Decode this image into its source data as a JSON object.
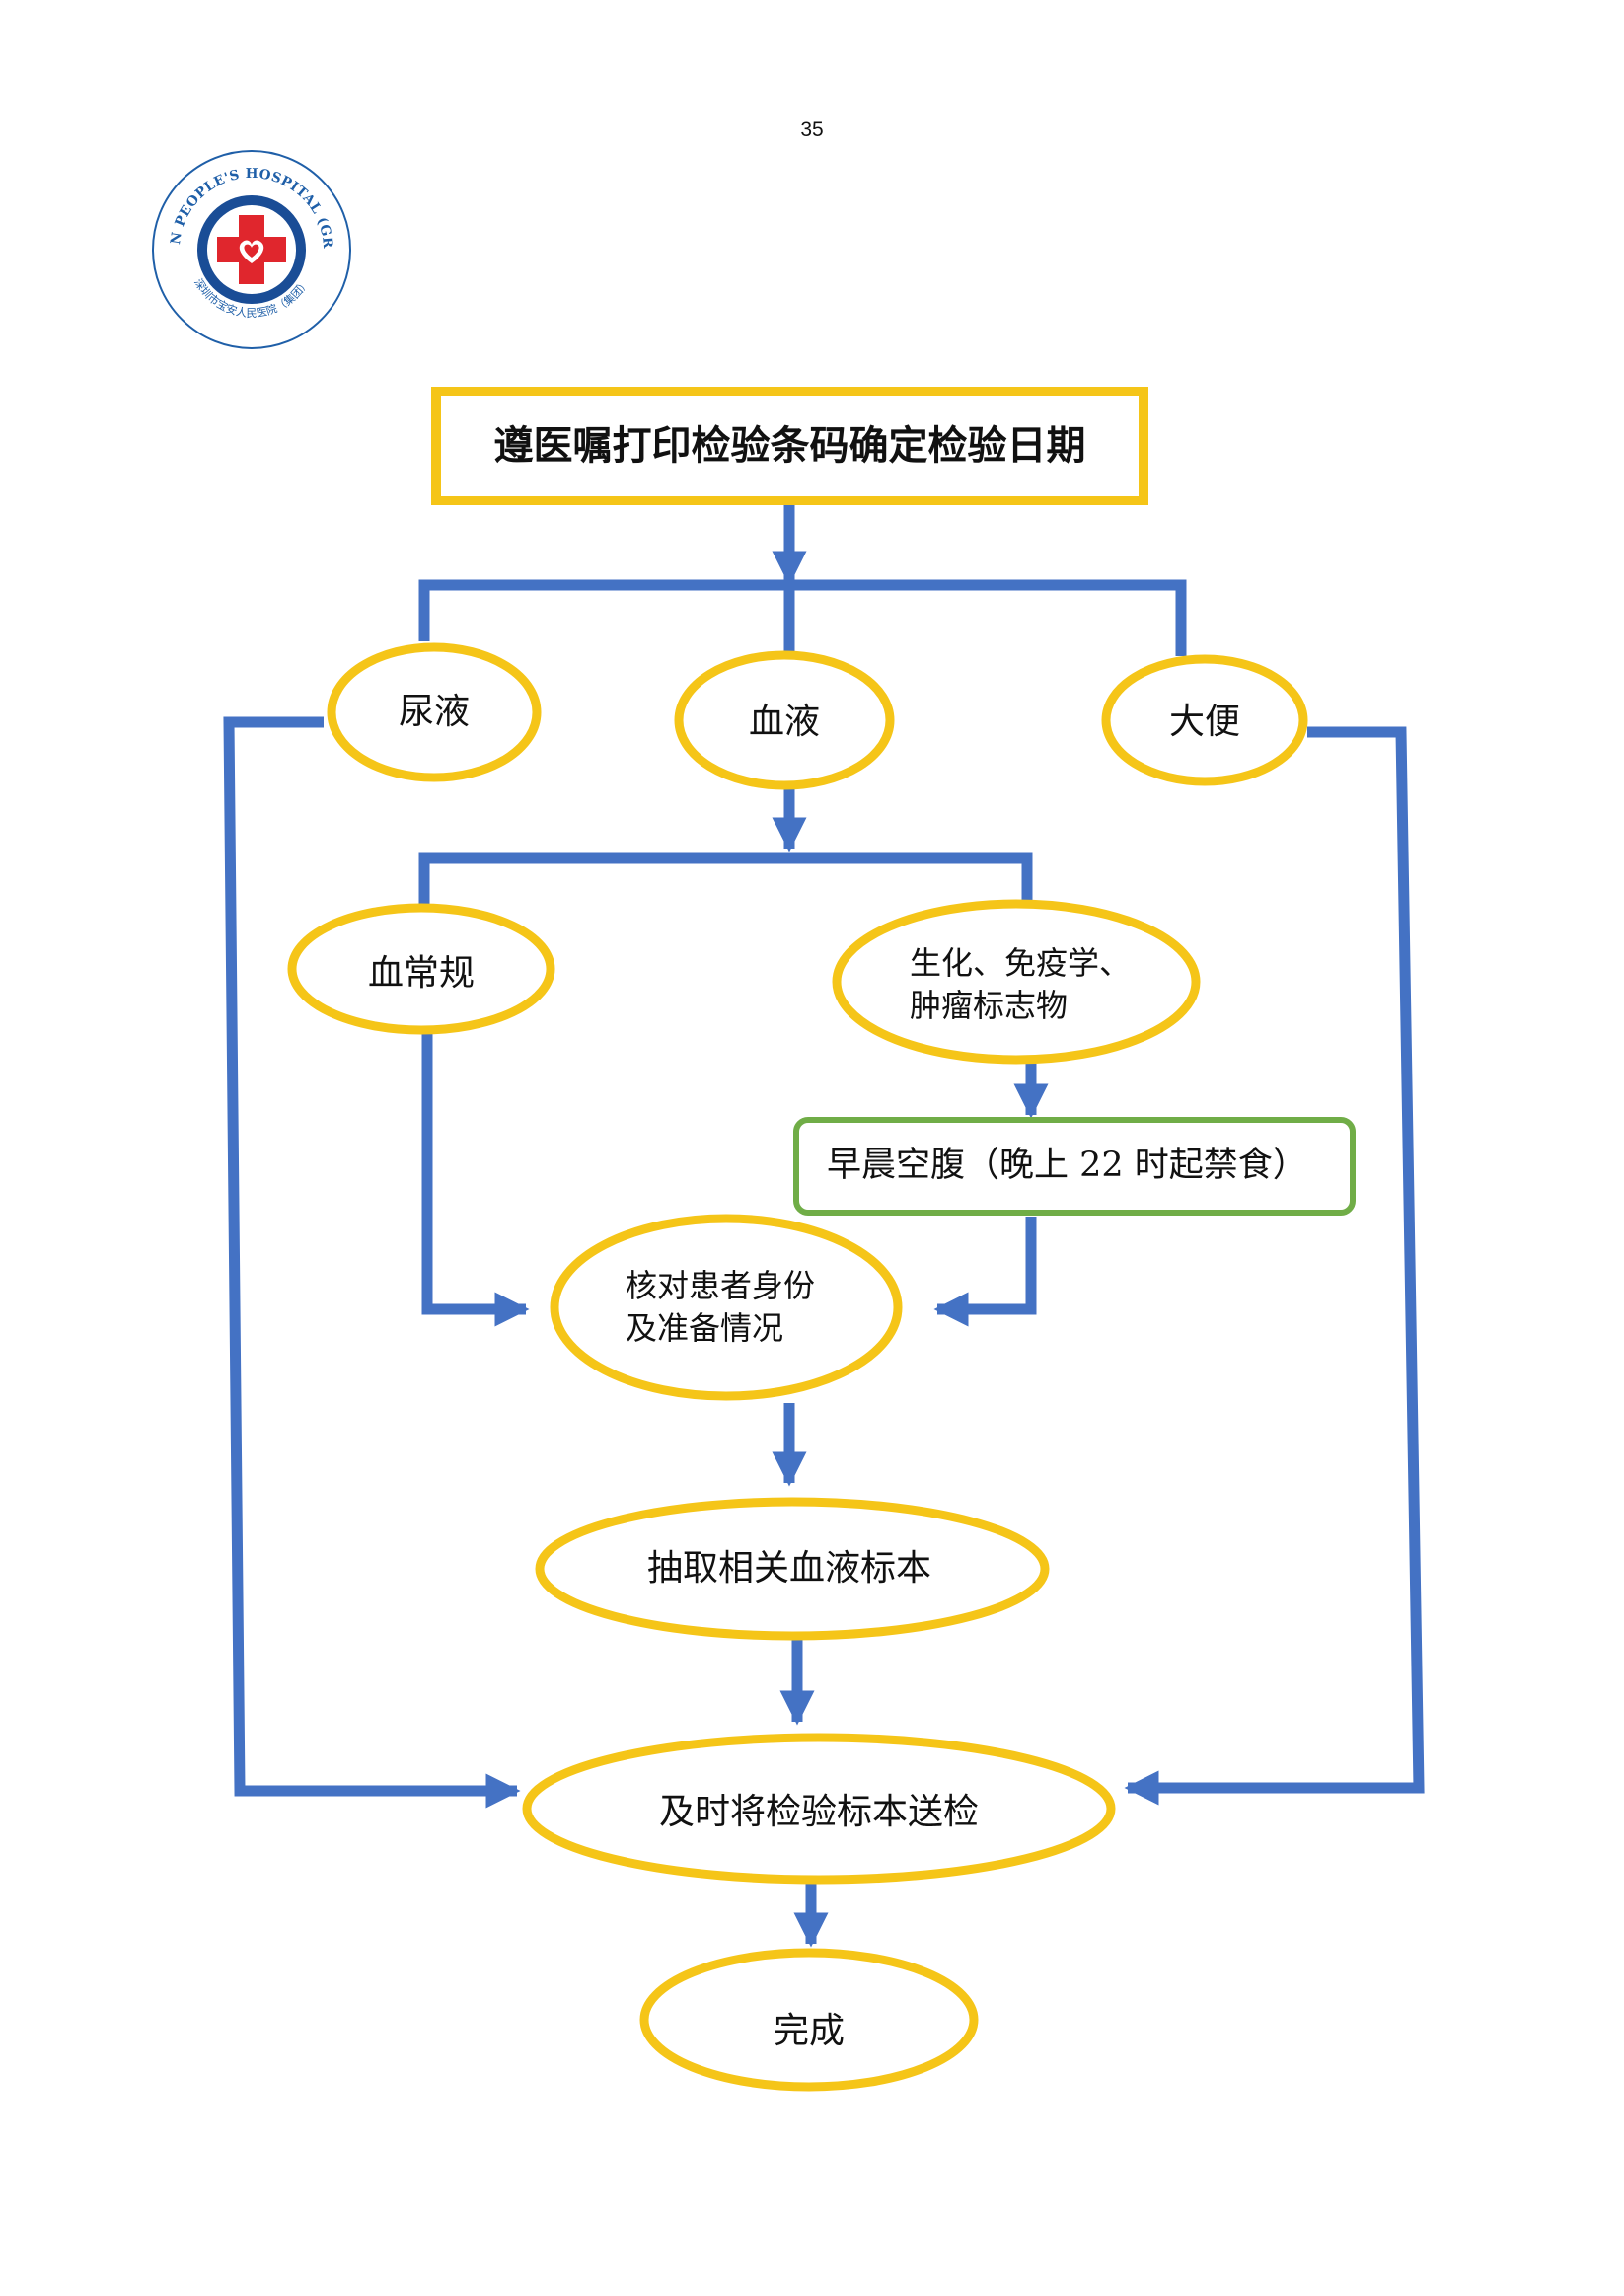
{
  "page": {
    "number": "35"
  },
  "logo": {
    "ring_text_en": "BAOAN PEOPLE'S HOSPITAL (GROUP)",
    "ring_text_zh": "深圳市宝安人民医院（集团）",
    "icon": "red-cross-heart-icon",
    "colors": {
      "ring": "#1f5fa8",
      "cross": "#e0262d",
      "ring_inner": "#1a4d96"
    }
  },
  "colors": {
    "arrow": "#4472c4",
    "ellipse_border": "#f5c518",
    "box_border": "#f5c518",
    "green_box": "#70ad47"
  },
  "flow": {
    "start": "遵医嘱打印检验条码确定检验日期",
    "urine": "尿液",
    "blood": "血液",
    "stool": "大便",
    "blood_routine": "血常规",
    "biochem": "生化、免疫学、\n肿瘤标志物",
    "fasting": "早晨空腹（晚上 22 时起禁食）",
    "verify": "核对患者身份\n及准备情况",
    "draw": "抽取相关血液标本",
    "send": "及时将检验标本送检",
    "done": "完成"
  }
}
